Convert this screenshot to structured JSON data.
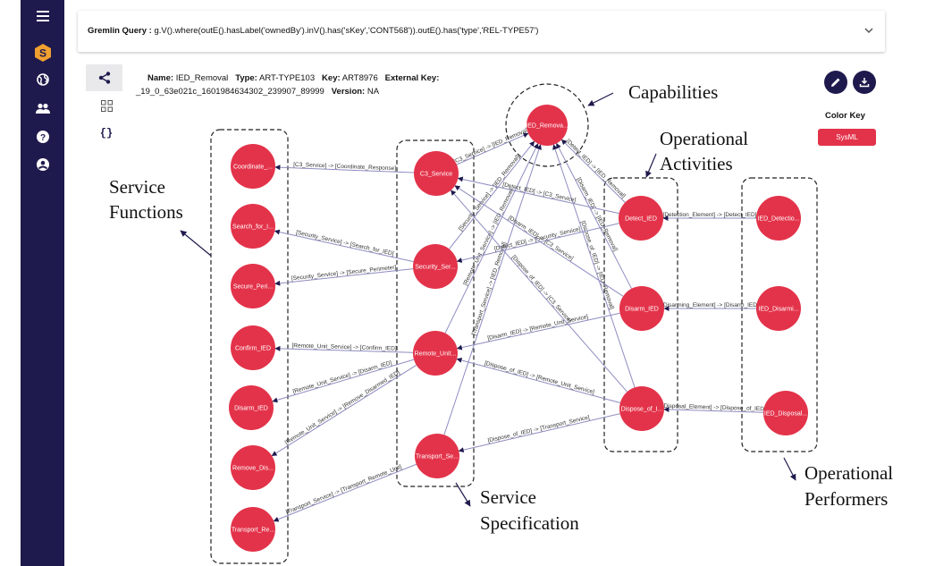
{
  "sidebar": {
    "icons": [
      "menu-icon",
      "app-logo-icon",
      "globe-icon",
      "users-icon",
      "help-icon",
      "account-icon"
    ]
  },
  "query": {
    "label": "Gremlin Query :",
    "text": "g.V().where(outE().hasLabel('ownedBy').inV().has('sKey','CONT568')).outE().has('type','REL-TYPE57')"
  },
  "details": {
    "name_label": "Name:",
    "name": "IED_Removal",
    "type_label": "Type:",
    "type": "ART-TYPE103",
    "key_label": "Key:",
    "key": "ART8976",
    "ext_label": "External Key:",
    "ext": "_19_0_63e021c_1601984634302_239907_89999",
    "version_label": "Version:",
    "version": "NA"
  },
  "color_key": {
    "title": "Color Key",
    "sysml": "SysML"
  },
  "colors": {
    "sidebar": "#1f1a4d",
    "node": "#e3334a",
    "edge": "#8e8cc0",
    "accent": "#f0a030"
  },
  "nodes": [
    {
      "id": "cap",
      "label": "IED_Remova..."
    },
    {
      "id": "coord",
      "label": "Coordinate_..."
    },
    {
      "id": "search",
      "label": "Search_for_I..."
    },
    {
      "id": "secure",
      "label": "Secure_Peri..."
    },
    {
      "id": "confirm",
      "label": "Confirm_IED"
    },
    {
      "id": "disarmF",
      "label": "Disarm_IED"
    },
    {
      "id": "remove",
      "label": "Remove_Dis..."
    },
    {
      "id": "transR",
      "label": "Transport_Re..."
    },
    {
      "id": "c3",
      "label": "C3_Service"
    },
    {
      "id": "sec",
      "label": "Security_Ser..."
    },
    {
      "id": "remote",
      "label": "Remote_Unit..."
    },
    {
      "id": "transS",
      "label": "Transport_Se..."
    },
    {
      "id": "detect",
      "label": "Detect_IED"
    },
    {
      "id": "disarmA",
      "label": "Disarm_IED"
    },
    {
      "id": "dispose",
      "label": "Dispose_of_I..."
    },
    {
      "id": "perfD",
      "label": "IED_Detectio..."
    },
    {
      "id": "perfA",
      "label": "IED_Disarmi..."
    },
    {
      "id": "perfP",
      "label": "IED_Disposal..."
    }
  ],
  "edges": [
    {
      "label": "[C3_Service] -> [Coordinate_Response]"
    },
    {
      "label": "[Security_Service] -> [Search_for_IED]"
    },
    {
      "label": "[Security_Service] -> [Secure_Perimeter]"
    },
    {
      "label": "[Remote_Unit_Service] -> [Confirm_IED]"
    },
    {
      "label": "[Remote_Unit_Service] -> [Disarm_IED]"
    },
    {
      "label": "[Remote_Unit_Service] -> [Remove_Disarmed_IED]"
    },
    {
      "label": "[Transport_Service] -> [Transport_Remote_Unit]"
    },
    {
      "label": "[C3_Service] -> [IED_Removal]"
    },
    {
      "label": "[Security_Service] -> [IED_Removal]"
    },
    {
      "label": "[Remote_Unit_Service] -> [IED_Removal]"
    },
    {
      "label": "[Transport_Service] -> [IED_Removal]"
    },
    {
      "label": "[Detect_IED] -> [IED_Removal]"
    },
    {
      "label": "[Disarm_IED] -> [IED_Removal]"
    },
    {
      "label": "[Dispose_of_IED] -> [IED_Removal]"
    },
    {
      "label": "[Detect_IED] -> [C3_Service]"
    },
    {
      "label": "[Detect_IED] -> [Security_Service]"
    },
    {
      "label": "[Disarm_IED] -> [C3_Service]"
    },
    {
      "label": "[Disarm_IED] -> [Remote_Unit_Service]"
    },
    {
      "label": "[Dispose_of_IED] -> [C3_Service]"
    },
    {
      "label": "[Dispose_of_IED] -> [Remote_Unit_Service]"
    },
    {
      "label": "[Dispose_of_IED] -> [Transport_Service]"
    },
    {
      "label": "[Detection_Element] -> [Detect_IED]"
    },
    {
      "label": "[Disarming_Element] -> [Disarm_IED]"
    },
    {
      "label": "[Disposal_Element] -> [Dispose_of_IED]"
    }
  ],
  "annotations": {
    "capabilities": "Capabilities",
    "op_activities_1": "Operational",
    "op_activities_2": "Activities",
    "service_functions_1": "Service",
    "service_functions_2": "Functions",
    "service_spec_1": "Service",
    "service_spec_2": "Specification",
    "op_performers_1": "Operational",
    "op_performers_2": "Performers"
  }
}
